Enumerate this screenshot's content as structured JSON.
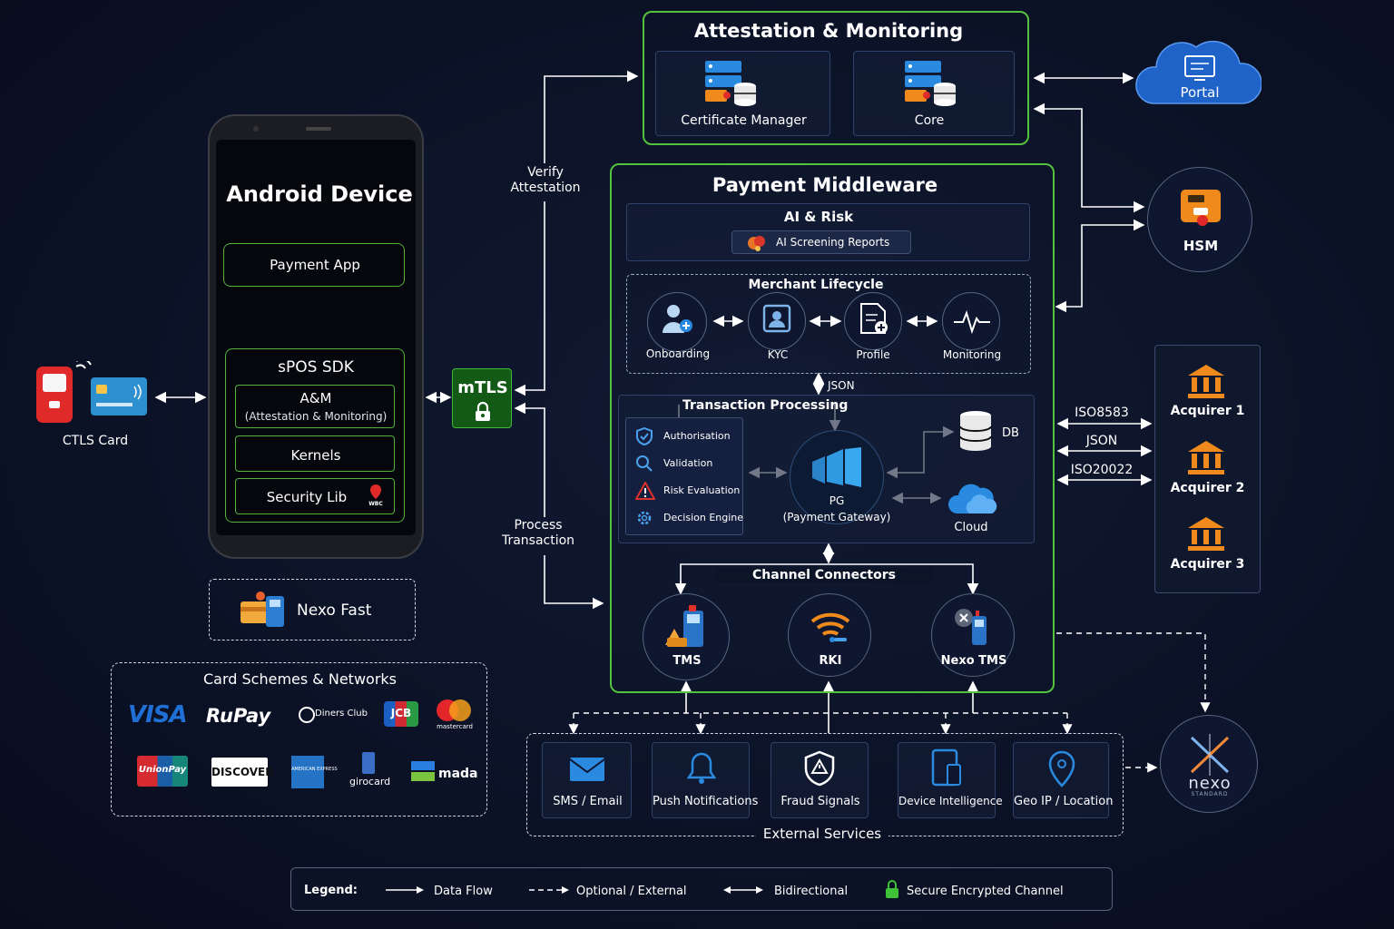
{
  "colors": {
    "background": "#0c1327",
    "green": "#55c23e",
    "arrow": "#ffffff",
    "panel": "#15203a",
    "blue_icon": "#2a8ae0",
    "orange_icon": "#f08a1c"
  },
  "ctls": {
    "label": "CTLS Card"
  },
  "android": {
    "title": "Android Device",
    "payment_app": "Payment App",
    "sdk_title": "sPOS SDK",
    "am_title": "A&M",
    "am_sub": "(Attestation & Monitoring)",
    "kernels": "Kernels",
    "security_lib": "Security Lib",
    "wbc": "WBC"
  },
  "nexo_fast": {
    "label": "Nexo Fast"
  },
  "card_schemes": {
    "title": "Card Schemes & Networks",
    "logos": [
      "VISA",
      "RuPay",
      "Diners Club",
      "JCB",
      "mastercard",
      "UnionPay",
      "DISCOVER",
      "AMERICAN EXPRESS",
      "girocard",
      "mada"
    ]
  },
  "mtls": {
    "label": "mTLS"
  },
  "flows": {
    "verify": "Verify",
    "attestation": "Attestation",
    "process": "Process",
    "transaction": "Transaction"
  },
  "attestation": {
    "title": "Attestation & Monitoring",
    "cert_manager": "Certificate Manager",
    "core": "Core"
  },
  "portal": {
    "label": "Portal"
  },
  "hsm": {
    "label": "HSM"
  },
  "middleware": {
    "title": "Payment Middleware",
    "ai_title": "AI & Risk",
    "ai_reports": "AI Screening Reports",
    "merchant_title": "Merchant Lifecycle",
    "merchant_items": [
      "Onboarding",
      "KYC",
      "Profile",
      "Monitoring"
    ],
    "json": "JSON",
    "tx_title": "Transaction Processing",
    "tx_items": [
      "Authorisation",
      "Validation",
      "Risk Evaluation",
      "Decision Engine"
    ],
    "pg": "PG",
    "pg_sub": "(Payment Gateway)",
    "db": "DB",
    "cloud": "Cloud",
    "channel_title": "Channel Connectors",
    "channels": [
      "TMS",
      "RKI",
      "Nexo TMS"
    ]
  },
  "protocols": [
    "ISO8583",
    "JSON",
    "ISO20022"
  ],
  "acquirers": [
    "Acquirer 1",
    "Acquirer 2",
    "Acquirer 3"
  ],
  "external": {
    "title": "External Services",
    "items": [
      "SMS / Email",
      "Push Notifications",
      "Fraud Signals",
      "Device Intelligence",
      "Geo IP / Location"
    ]
  },
  "nexo": {
    "label": "nexo",
    "sub": "STANDARD"
  },
  "legend": {
    "title": "Legend:",
    "data_flow": "Data Flow",
    "optional": "Optional / External",
    "bidirectional": "Bidirectional",
    "secure": "Secure Encrypted Channel"
  }
}
